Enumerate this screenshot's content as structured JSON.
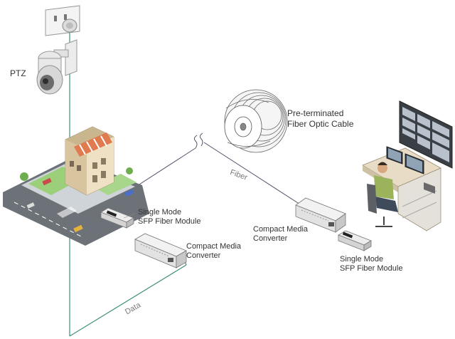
{
  "labels": {
    "ptz": "PTZ",
    "cable_line1": "Pre-terminated",
    "cable_line2": "Fiber Optic Cable",
    "fiber": "Fiber",
    "sfp_left_line1": "Single Mode",
    "sfp_left_line2": "SFP Fiber Module",
    "mc_left_line1": "Compact Media",
    "mc_left_line2": "Converter",
    "mc_right_line1": "Compact Media",
    "mc_right_line2": "Converter",
    "sfp_right_line1": "Single Mode",
    "sfp_right_line2": "SFP Fiber Module",
    "data": "Data"
  },
  "colors": {
    "data_line": "#3d8f7a",
    "fiber_line": "#5a4f6a",
    "label_text": "#333333",
    "building_roof": "#e07a4f",
    "device_body": "#e9e9e9"
  }
}
